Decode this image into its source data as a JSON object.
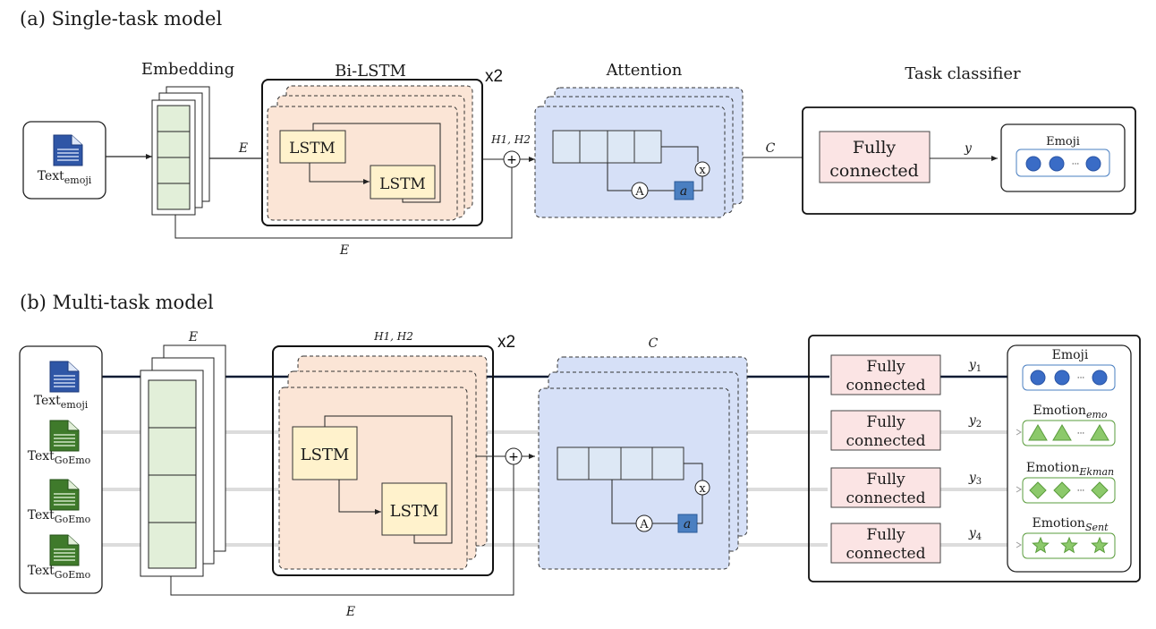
{
  "single": {
    "title": "(a) Single-task model",
    "embedding_label": "Embedding",
    "bilstm_label": "Bi-LSTM",
    "repeat_label": "x2",
    "attention_label": "Attention",
    "classifier_label": "Task classifier",
    "input": {
      "text": "Text",
      "sub": "emoji"
    },
    "lstm_label": "LSTM",
    "edge_E": "E",
    "edge_H": "H1, H2",
    "edge_C": "C",
    "edge_y": "y",
    "attn_A": "A",
    "attn_a": "a",
    "attn_x": "x",
    "fc_line1": "Fully",
    "fc_line2": "connected",
    "output_label": "Emoji",
    "ellipsis": "···"
  },
  "multi": {
    "title": "(b) Multi-task model",
    "edge_E_top": "E",
    "edge_H": "H1, H2",
    "repeat_label": "x2",
    "edge_C": "C",
    "edge_E_bottom": "E",
    "lstm_label": "LSTM",
    "attn_A": "A",
    "attn_a": "a",
    "attn_x": "x",
    "inputs": [
      {
        "text": "Text",
        "sub": "emoji",
        "color": "#2f56a6"
      },
      {
        "text": "Text",
        "sub": "GoEmo",
        "color": "#3f7a2b"
      },
      {
        "text": "Text",
        "sub": "GoEmo",
        "color": "#3f7a2b"
      },
      {
        "text": "Text",
        "sub": "GoEmo",
        "color": "#3f7a2b"
      }
    ],
    "heads": [
      {
        "fc1": "Fully",
        "fc2": "connected",
        "y": "y",
        "ysub": "1",
        "out": "Emoji",
        "outsub": "",
        "shape": "circle"
      },
      {
        "fc1": "Fully",
        "fc2": "connected",
        "y": "y",
        "ysub": "2",
        "out": "Emotion",
        "outsub": "emo",
        "shape": "triangle"
      },
      {
        "fc1": "Fully",
        "fc2": "connected",
        "y": "y",
        "ysub": "3",
        "out": "Emotion",
        "outsub": "Ekman",
        "shape": "diamond"
      },
      {
        "fc1": "Fully",
        "fc2": "connected",
        "y": "y",
        "ysub": "4",
        "out": "Emotion",
        "outsub": "Sent",
        "shape": "star"
      }
    ],
    "ellipsis": "···"
  },
  "colors": {
    "embedding_fill": "#e2efd9",
    "lstm_panel": "#fbe5d6",
    "lstm_box": "#fff2cc",
    "attention_panel": "#d6e0f7",
    "attention_cell": "#dde8f5",
    "attn_a_fill": "#4a7fc1",
    "fc_fill": "#fbe4e4",
    "emoji_blue": "#3a6cc6",
    "emotion_green": "#8cc96b",
    "emotion_stroke": "#5a9c3c"
  }
}
